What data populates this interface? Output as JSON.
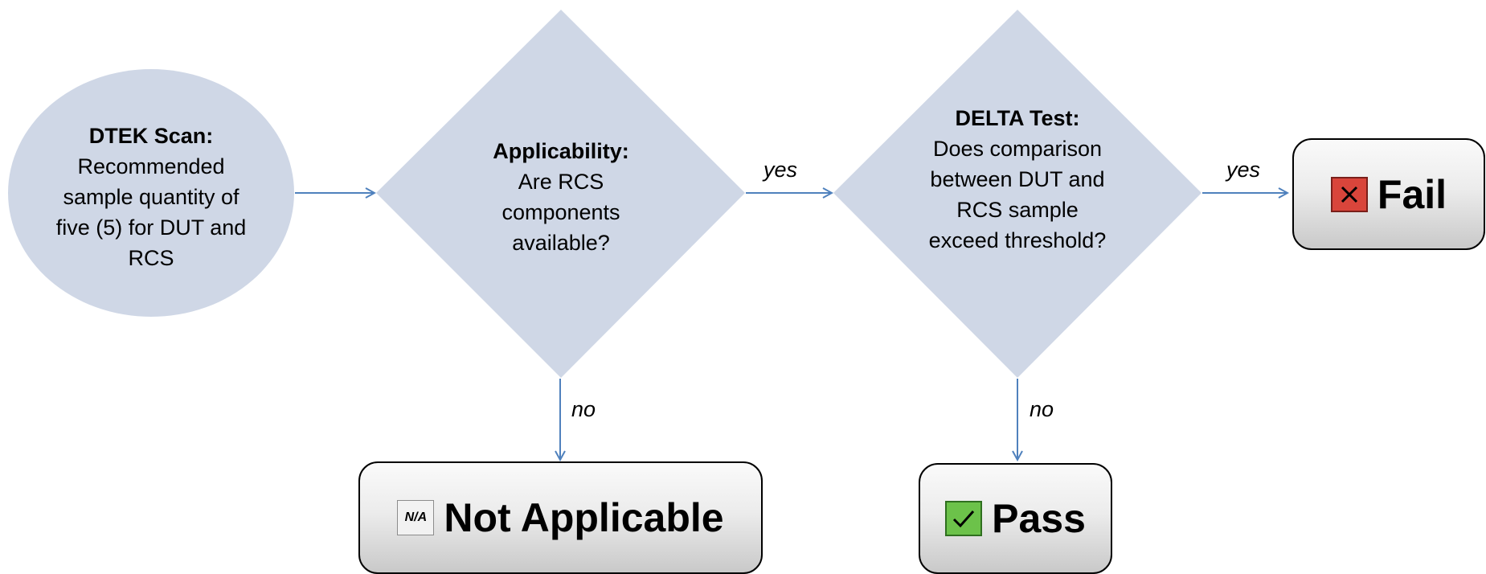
{
  "nodes": {
    "start": {
      "title": "DTEK Scan:",
      "body": "Recommended sample quantity of five (5) for DUT and RCS"
    },
    "applicability": {
      "title": "Applicability:",
      "body": "Are RCS components available?"
    },
    "delta": {
      "title": "DELTA Test:",
      "body": "Does comparison between DUT and RCS sample exceed threshold?"
    }
  },
  "edges": {
    "applicability_yes": "yes",
    "applicability_no": "no",
    "delta_yes": "yes",
    "delta_no": "no"
  },
  "results": {
    "fail": {
      "label": "Fail",
      "icon": "x-icon"
    },
    "pass": {
      "label": "Pass",
      "icon": "check-icon"
    },
    "na": {
      "label": "Not Applicable",
      "icon": "na-icon",
      "icon_text": "N/A"
    }
  },
  "colors": {
    "shape_fill": "#cfd7e6",
    "arrow": "#4f81bd",
    "fail_icon": "#d9453b",
    "pass_icon": "#6cc24a"
  }
}
